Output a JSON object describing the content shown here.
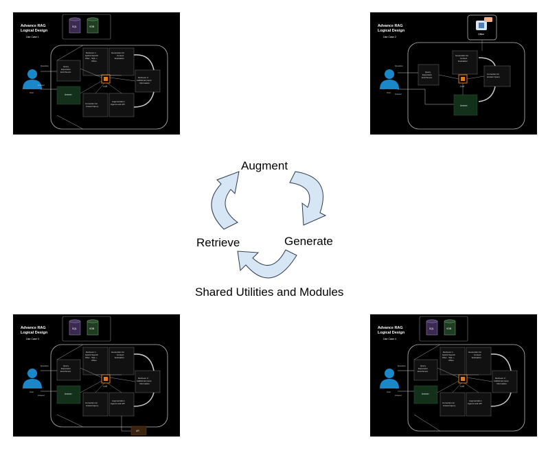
{
  "colors": {
    "panel_bg": "#000000",
    "page_bg": "#ffffff",
    "arrow_fill": "#d6e6f5",
    "arrow_stroke": "#2b3a4a",
    "sql_db": "#3a2a50",
    "vdb_db": "#1f3d22",
    "answer_box": "#13301a",
    "api_box": "#3a2410",
    "user_icon": "#1a88c8",
    "llm_icon": "#e07a1a",
    "office_icon": "#d8e4f4"
  },
  "panels": [
    {
      "id": "uc1",
      "title_line1": "Advance RAG",
      "title_line2": "Logical Design",
      "use_case": "Use Case 1",
      "sql": "SQL",
      "vdb": "VDB",
      "question": "Question",
      "answer_side": "Answer",
      "user": "User",
      "query_box": [
        "Query",
        "Expansion",
        "Enrichment"
      ],
      "retriever_box": [
        "Retriever 1 :",
        "Hybrid Search",
        "Filter , SQL +",
        "Office"
      ],
      "generation_box": [
        "Generation for",
        "Context",
        "Evaluation"
      ],
      "retriever2_box": [
        "Retriever 2:",
        "Additional (new)",
        "Information"
      ],
      "answer_box": "Answer",
      "correction_box": [
        "Correction for",
        "Answer/query"
      ],
      "augmentation_box": [
        "Augmentation",
        "Agents and API"
      ],
      "llm": "LLM"
    },
    {
      "id": "uc2",
      "title_line1": "Advance RAG",
      "title_line2": "Logical Design",
      "use_case": "Use Case 2",
      "office": "Office",
      "question": "Question",
      "answer_side": "Answer",
      "user": "User",
      "query_box": [
        "Query",
        "Expansion",
        "Enrichment"
      ],
      "generation_box": [
        "Generation for",
        "Context",
        "Evaluation"
      ],
      "correction_box": [
        "Correction for",
        "answer /query"
      ],
      "answer_box": "Answer",
      "llm": "LLM"
    },
    {
      "id": "uc3",
      "title_line1": "Advance RAG",
      "title_line2": "Logical Design",
      "use_case": "Use Case 3",
      "sql": "SQL",
      "vdb": "VDB",
      "question": "Question",
      "answer_side": "Answer",
      "user": "User",
      "query_box": [
        "Query",
        "Expansion",
        "Enrichment"
      ],
      "retriever_box": [
        "Retriever 1 :",
        "Hybrid Search",
        "Filter , SQL +",
        "Office"
      ],
      "generation_box": [
        "Generation for",
        "Context",
        "Evaluation"
      ],
      "retriever2_box": [
        "Retriever 2:",
        "Additional (new)",
        "Information"
      ],
      "answer_box": "Answer",
      "correction_box": [
        "Correction for",
        "Answer/query"
      ],
      "augmentation_box": [
        "Augmentation",
        "Agents and API"
      ],
      "llm": "LLM",
      "api": "API"
    },
    {
      "id": "uc4",
      "title_line1": "Advance RAG",
      "title_line2": "Logical Design",
      "use_case": "Use Case 4",
      "sql": "SQL",
      "vdb": "VDB",
      "question": "Question",
      "answer_side": "Answer",
      "user": "User",
      "query_box": [
        "Query",
        "Expansion",
        "Enrichment"
      ],
      "retriever_box": [
        "Retriever 1 :",
        "Hybrid Search",
        "Filter , SQL +",
        "Office"
      ],
      "generation_box": [
        "Generation for",
        "Context",
        "Evaluation"
      ],
      "retriever2_box": [
        "Retriever 2:",
        "Additional (new)",
        "Information"
      ],
      "answer_box": "Answer",
      "correction_box": [
        "Correction for",
        "Answer/query"
      ],
      "augmentation_box": [
        "Augmentation",
        "Agents and API"
      ],
      "llm": "LLM"
    }
  ],
  "cycle": {
    "augment": "Augment",
    "generate": "Generate",
    "retrieve": "Retrieve",
    "shared": "Shared Utilities and Modules"
  }
}
